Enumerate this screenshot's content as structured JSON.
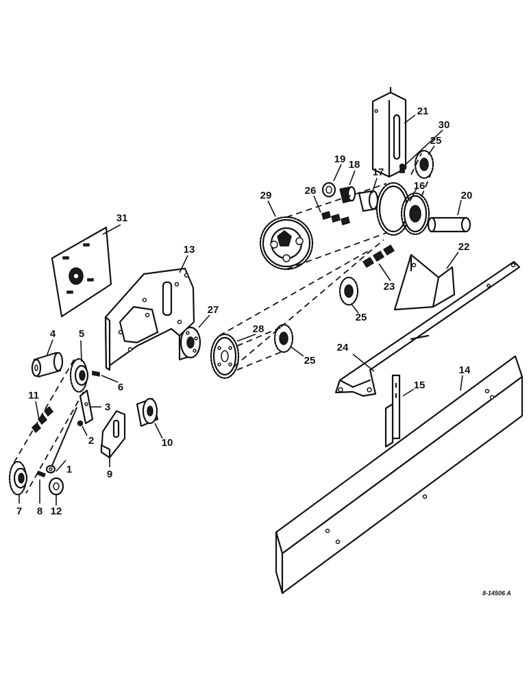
{
  "callouts": {
    "c1": "1",
    "c2": "2",
    "c3": "3",
    "c4": "4",
    "c5": "5",
    "c6": "6",
    "c7": "7",
    "c8": "8",
    "c9": "9",
    "c10": "10",
    "c11": "11",
    "c12": "12",
    "c13": "13",
    "c14": "14",
    "c15": "15",
    "c16": "16",
    "c17": "17",
    "c18": "18",
    "c19": "19",
    "c20": "20",
    "c21": "21",
    "c22": "22",
    "c23": "23",
    "c24": "24",
    "c25a": "25",
    "c25b": "25",
    "c25c": "25",
    "c26": "26",
    "c27": "27",
    "c28": "28",
    "c29": "29",
    "c30": "30",
    "c31": "31"
  },
  "drawing_id": "8-14506 A"
}
